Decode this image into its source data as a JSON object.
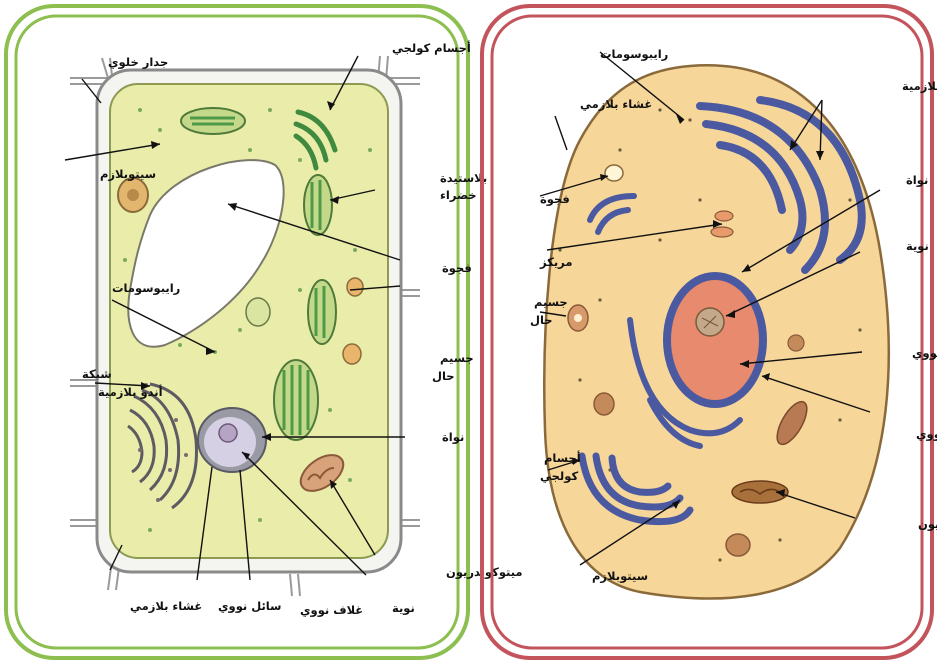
{
  "plant_cell": {
    "labels": {
      "golgi": "أجسام كولجي",
      "cell_wall": "جدار خلوي",
      "cytoplasm": "سيتوبلازم",
      "chloroplast_1": "بلاستيدة",
      "chloroplast_2": "خضراء",
      "vacuole": "فجوة",
      "ribosomes": "رايبوسومات",
      "lysosome_1": "جسيم",
      "lysosome_2": "حال",
      "er_1": "شبكة",
      "er_2": "أندو بلازمية",
      "nucleus": "نواة",
      "mitochondrion": "ميتوكوندريون",
      "membrane": "غشاء بلازمي",
      "nucleoplasm": "سائل نووي",
      "nuclear_envelope": "غلاف نووي",
      "nucleolus": "نوية"
    }
  },
  "animal_cell": {
    "labels": {
      "ribosomes": "رايبوسومات",
      "er": "شبكة أندو بلازمية",
      "membrane": "غشاء بلازمي",
      "nucleus": "نواة",
      "vacuole": "فجوة",
      "nucleolus": "نوية",
      "centrosome": "مريكز",
      "lysosome_1": "جسيم",
      "lysosome_2": "حال",
      "nucleoplasm": "سائل نووي",
      "nuclear_envelope": "غلاف نووي",
      "golgi_1": "أجسام",
      "golgi_2": "كولجي",
      "mitochondrion": "ميتوكوندريون",
      "cytoplasm": "سيتوبلازم"
    }
  },
  "colors": {
    "plant_frame": "#8cbf4f",
    "animal_frame": "#c4545c",
    "plant_cytoplasm": "#eaedaa",
    "animal_cytoplasm": "#f6d699",
    "organelle_blue": "#4b5aa0",
    "chloroplast_green": "#4f9a48",
    "nucleus_orange": "#e88a6e"
  }
}
